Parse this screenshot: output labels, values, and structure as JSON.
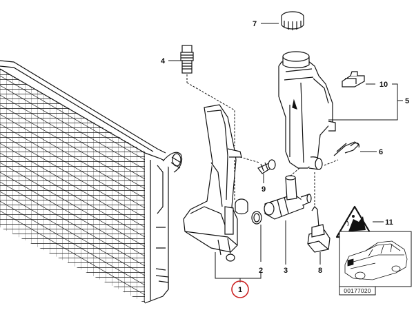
{
  "callouts": [
    {
      "id": "1",
      "label": "1",
      "circled": true
    },
    {
      "id": "2",
      "label": "2"
    },
    {
      "id": "3",
      "label": "3"
    },
    {
      "id": "4",
      "label": "4"
    },
    {
      "id": "5",
      "label": "5"
    },
    {
      "id": "6",
      "label": "6"
    },
    {
      "id": "7",
      "label": "7"
    },
    {
      "id": "8",
      "label": "8"
    },
    {
      "id": "9",
      "label": "9"
    },
    {
      "id": "10",
      "label": "10"
    },
    {
      "id": "11",
      "label": "11"
    }
  ],
  "thumbnail": {
    "code": "00177020",
    "icon": "car-outline-icon"
  },
  "warning_icon": "hot-surface-warning-icon",
  "colors": {
    "highlight_circle": "#cc2222",
    "line": "#111111"
  }
}
